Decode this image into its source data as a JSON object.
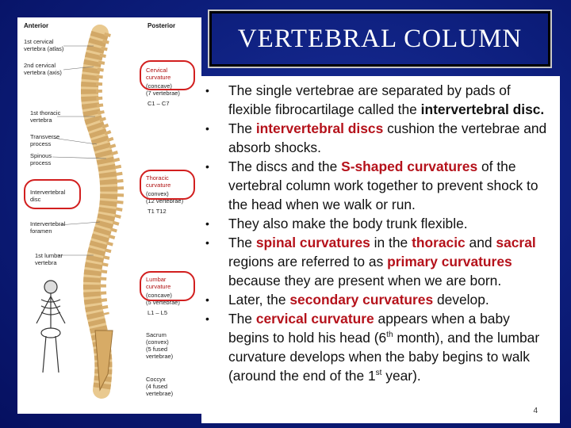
{
  "title": "VERTEBRAL COLUMN",
  "figure": {
    "anterior": "Anterior",
    "posterior": "Posterior",
    "left_labels": {
      "atlas": "1st cervical\nvertebra (atlas)",
      "axis": "2nd cervical\nvertebra (axis)",
      "thoracic1": "1st thoracic\nvertebra",
      "transverse": "Transverse\nprocess",
      "spinous": "Spinous\nprocess",
      "intervertebral_disc": "Intervertebral\ndisc",
      "foramen": "Intervertebral\nforamen",
      "lumbar1": "1st lumbar\nvertebra"
    },
    "right_labels": {
      "cervical": "Cervical\ncurvature",
      "cervical_sub": "(concave)\n(7 vertebrae)",
      "cervical_range": "C1 – C7",
      "thoracic": "Thoracic\ncurvature",
      "thoracic_sub": "(convex)\n(12 vertebrae)",
      "thoracic_range": "T1    T12",
      "lumbar": "Lumbar\ncurvature",
      "lumbar_sub": "(concave)\n(5 vertebrae)",
      "lumbar_range": "L1 – L5",
      "sacrum": "Sacrum\n(convex)\n(5 fused\nvertebrae)",
      "coccyx": "Coccyx\n(4 fused\nvertebrae)"
    }
  },
  "bullets": [
    {
      "id": "b1",
      "parts": [
        {
          "t": "The single vertebrae are separated by pads of flexible fibrocartilage called the "
        },
        {
          "t": "intervertebral disc.",
          "c": "b"
        }
      ]
    },
    {
      "id": "b2",
      "parts": [
        {
          "t": "The "
        },
        {
          "t": "intervertebral discs",
          "c": "hl"
        },
        {
          "t": " cushion the vertebrae and absorb shocks."
        }
      ]
    },
    {
      "id": "b3",
      "parts": [
        {
          "t": "The discs and the "
        },
        {
          "t": "S-shaped curvatures",
          "c": "hl"
        },
        {
          "t": " of the vertebral column work together to prevent shock to the head when we walk or run."
        }
      ]
    },
    {
      "id": "b4",
      "parts": [
        {
          "t": "They also make the body trunk flexible."
        }
      ]
    },
    {
      "id": "b5",
      "parts": [
        {
          "t": "The "
        },
        {
          "t": "spinal curvatures",
          "c": "hl"
        },
        {
          "t": " in the "
        },
        {
          "t": "thoracic",
          "c": "hl"
        },
        {
          "t": " and "
        },
        {
          "t": "sacral",
          "c": "hl"
        },
        {
          "t": " regions are referred to as "
        },
        {
          "t": "primary curvatures",
          "c": "hl"
        },
        {
          "t": " because they are present when we are born."
        }
      ]
    },
    {
      "id": "b6",
      "parts": [
        {
          "t": "Later, the "
        },
        {
          "t": "secondary curvatures",
          "c": "hl"
        },
        {
          "t": " develop."
        }
      ]
    },
    {
      "id": "b7",
      "parts": [
        {
          "t": "The "
        },
        {
          "t": "cervical curvature",
          "c": "hl"
        },
        {
          "t": " appears when a baby begins to hold his head (6"
        },
        {
          "t": "th",
          "c": "sup"
        },
        {
          "t": " month), and the lumbar curvature develops when the baby begins to walk (around the end of the 1"
        },
        {
          "t": "st",
          "c": "sup"
        },
        {
          "t": " year)."
        }
      ]
    }
  ],
  "page_number": "4",
  "colors": {
    "background": "#0c1d7a",
    "highlight": "#b5121b",
    "callout": "#d21f1f"
  }
}
